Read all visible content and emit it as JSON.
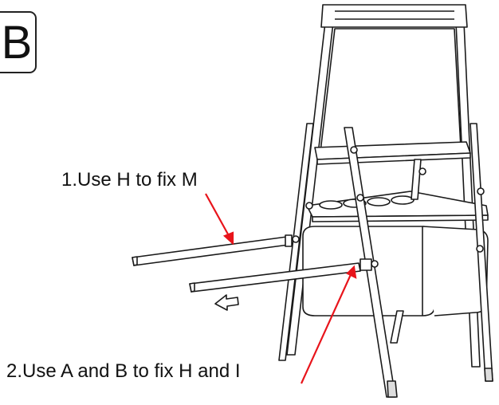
{
  "step": {
    "label": "B"
  },
  "annotations": [
    {
      "id": "note1",
      "text": "1.Use H to fix M"
    },
    {
      "id": "note2",
      "text": "2.Use A and B to fix H and I"
    }
  ],
  "colors": {
    "arrow": "#e8141b",
    "line": "#1a1a1a",
    "fill": "#ffffff"
  }
}
